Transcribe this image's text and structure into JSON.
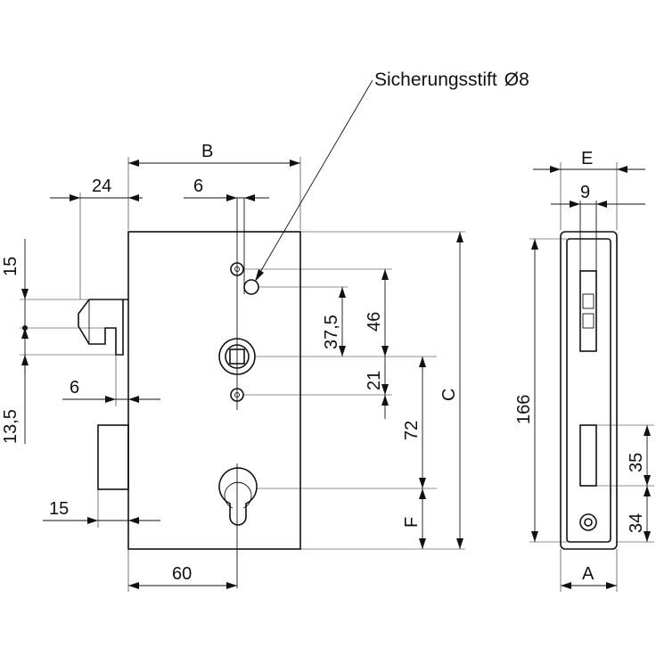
{
  "callout": {
    "label": "Sicherungsstift",
    "symbol": "Ø",
    "value": "8"
  },
  "dimensions": {
    "B": "B",
    "C": "C",
    "E": "E",
    "F": "F",
    "A": "A",
    "d24": "24",
    "d6_top": "6",
    "d15_left": "15",
    "d13_5": "13,5",
    "d6_mid": "6",
    "d15_bottom": "15",
    "d60": "60",
    "d37_5": "37,5",
    "d46": "46",
    "d21": "21",
    "d72": "72",
    "d9": "9",
    "d166": "166",
    "d35": "35",
    "d34": "34"
  },
  "colors": {
    "line": "#111111",
    "background": "#ffffff"
  }
}
